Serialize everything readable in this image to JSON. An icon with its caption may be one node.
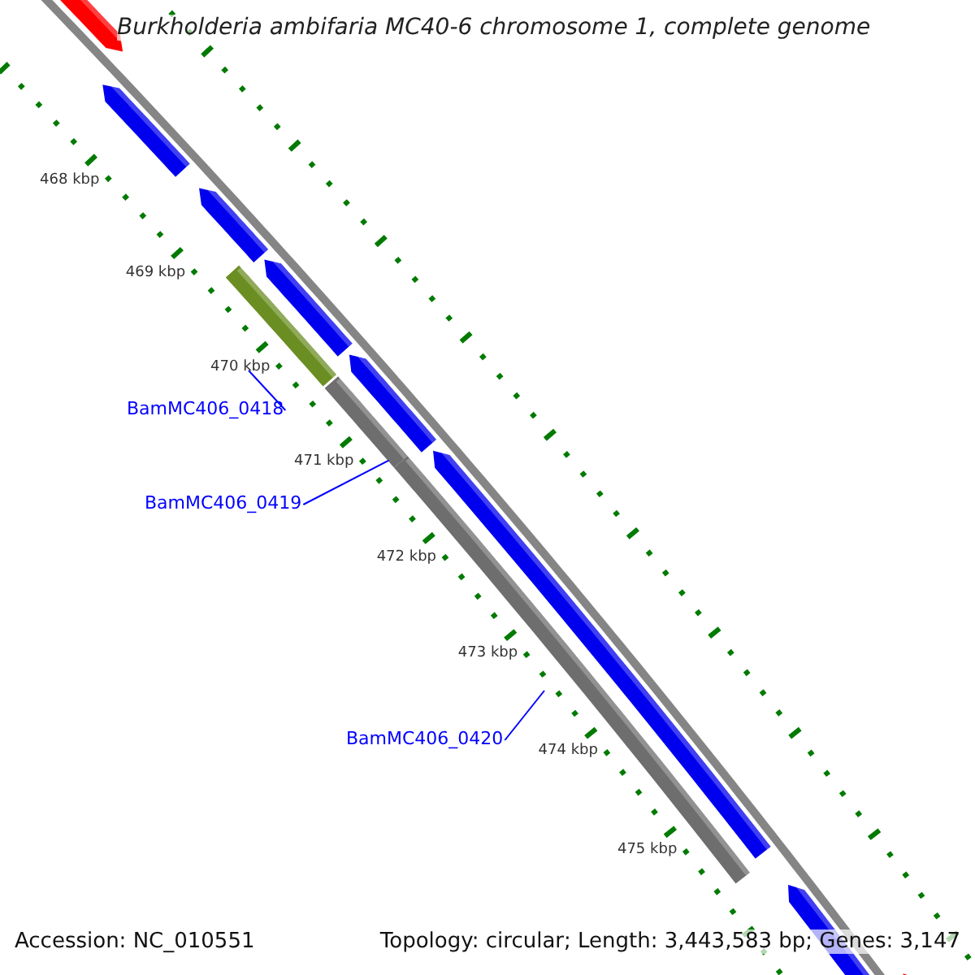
{
  "diagram": {
    "title": "Burkholderia ambifaria MC40-6 chromosome 1, complete genome",
    "nodes": [
      {
        "text": [
          "BamMC406_0418"
        ]
      },
      {
        "text": [],
        "shape": "bar"
      },
      {
        "text": [
          "BamMC406_0419"
        ]
      },
      {
        "text": [],
        "shape": "bar"
      },
      {
        "text": [
          "BamMC406_0420"
        ]
      },
      {
        "text": [],
        "shape": "bar"
      }
    ],
    "edges": [
      {
        "from": 0,
        "to": 1,
        "arrow": "none"
      },
      {
        "from": 2,
        "to": 3,
        "arrow": "none"
      },
      {
        "from": 4,
        "to": 5,
        "arrow": "none"
      }
    ],
    "labels": [
      "468 kbp",
      "469 kbp",
      "470 kbp",
      "471 kbp",
      "472 kbp",
      "473 kbp",
      "474 kbp",
      "475 kbp",
      "Accession: NC_010551",
      "Topology: circular; Length: 3,443,583 bp; Genes: 3,147"
    ]
  }
}
